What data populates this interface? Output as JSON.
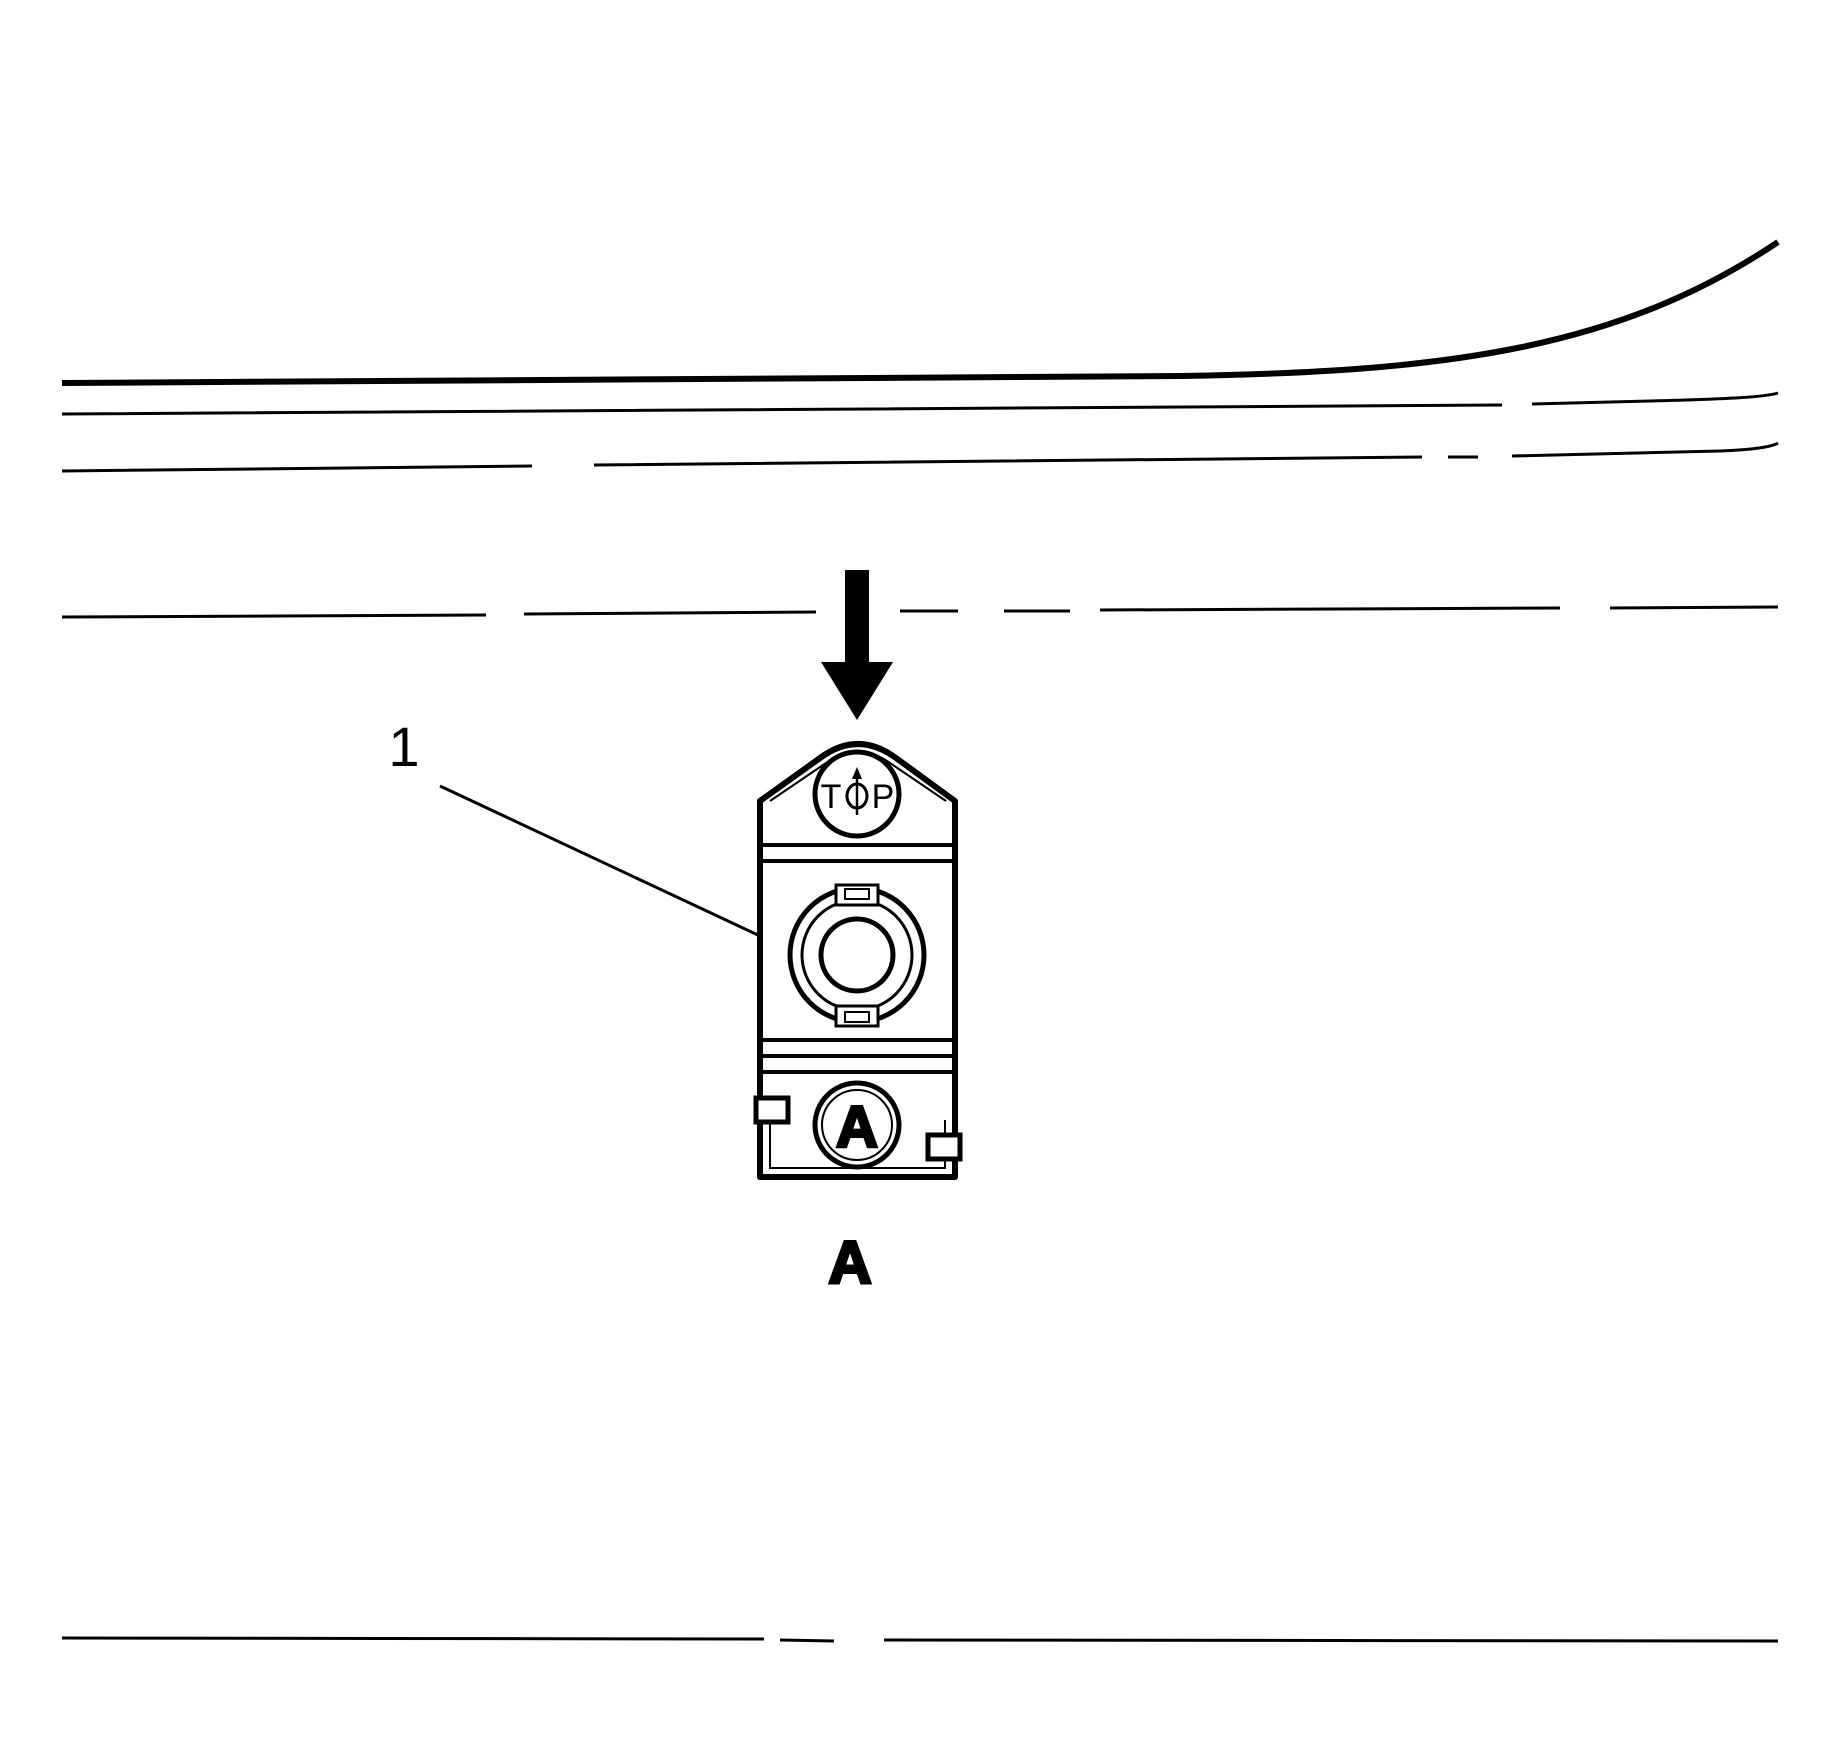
{
  "diagram": {
    "callout_number": "1",
    "view_label": "A",
    "component": {
      "top_marking": {
        "left": "T",
        "right": "P"
      },
      "bottom_marking": "A"
    }
  }
}
